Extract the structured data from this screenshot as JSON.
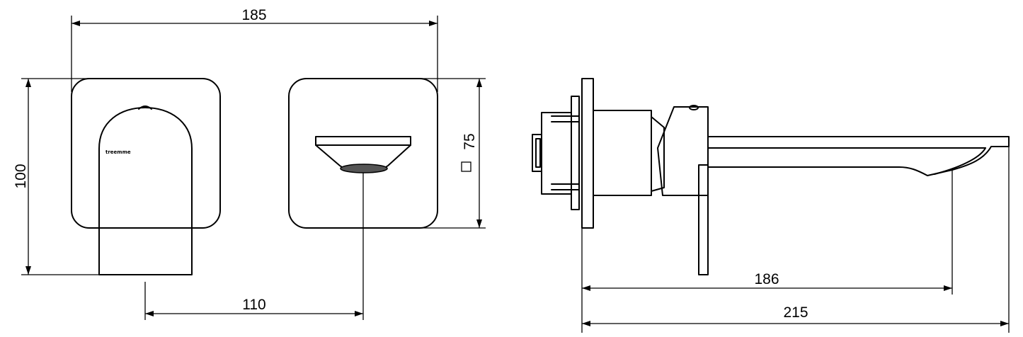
{
  "brand": "treemme",
  "dimensions": {
    "overall_width": "185",
    "height": "100",
    "plate_size": "75",
    "centers": "110",
    "spout_projection": "186",
    "overall_depth": "215"
  }
}
